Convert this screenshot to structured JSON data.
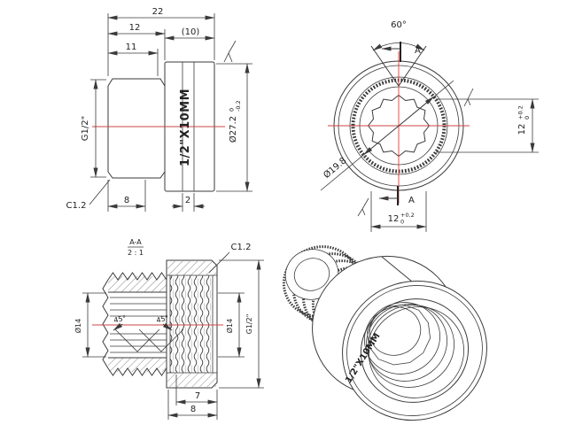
{
  "colors": {
    "line": "#3a3a3a",
    "centerline": "#cc4444",
    "background": "#ffffff"
  },
  "side_view": {
    "dim_total_length": "22",
    "dim_thread_to_face": "12",
    "dim_body_length": "(10)",
    "dim_11": "11",
    "thread_spec": "G1/2\"",
    "body_marking": "1/2\"X10MM",
    "dia_od": "Ø27.2",
    "dia_od_tol_upper": "0",
    "dia_od_tol_lower": "-0.2",
    "chamfer": "C1.2",
    "dim_thread_length": "8",
    "dim_groove": "2"
  },
  "front_view": {
    "angle": "60°",
    "section_arrow_top": "A",
    "section_arrow_bottom": "A",
    "dia_serration": "Ø19.8",
    "dim_socket_vertical": "12",
    "dim_socket_vertical_tol_upper": "+0.2",
    "dim_socket_vertical_tol_lower": "0",
    "dim_socket_horizontal": "12",
    "dim_socket_horizontal_tol_upper": "+0.2",
    "dim_socket_horizontal_tol_lower": "0"
  },
  "section_view": {
    "title": "A-A",
    "scale": "2 : 1",
    "chamfer": "C1.2",
    "dia_bore_left": "Ø14",
    "angle_chamfer_left": "45°",
    "angle_chamfer_right": "45°",
    "dia_bore_right": "Ø14",
    "thread_spec": "G1/2\"",
    "dim_thread_depth": "7",
    "dim_8": "8"
  },
  "iso_view": {
    "body_marking": "1/2\"X10MM"
  }
}
